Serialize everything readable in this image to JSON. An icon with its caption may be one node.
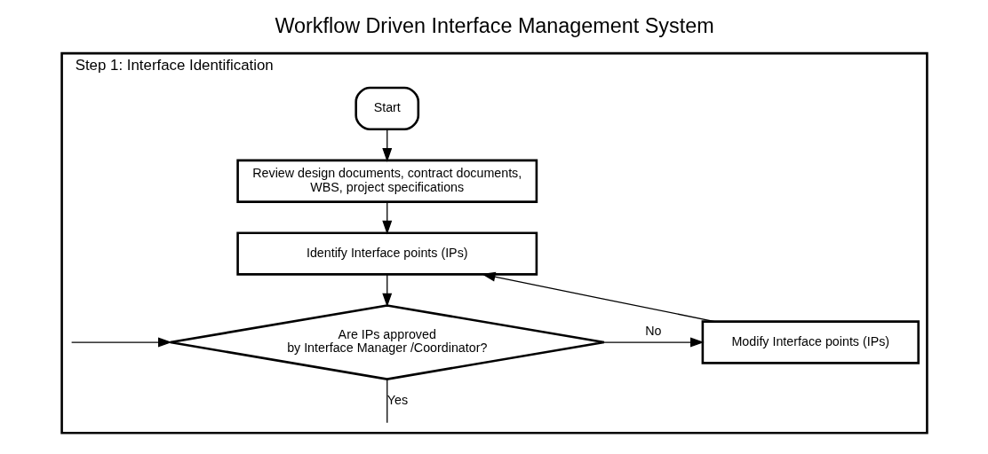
{
  "diagram": {
    "title": "Workflow Driven Interface Management System",
    "nodes": [
      {
        "text": [
          "Step 1: Interface Identification"
        ]
      },
      {
        "text": [
          "Start"
        ],
        "in": 0
      },
      {
        "text": [
          "Review design documents, contract documents, WBS, project specifications"
        ],
        "in": 0
      },
      {
        "text": [
          "Identify Interface points (IPs)"
        ],
        "in": 0
      },
      {
        "text": [
          "Are IPs approved by Interface Manager /Coordinator?"
        ],
        "in": 0
      },
      {
        "text": [
          "Modify Interface points (IPs)"
        ],
        "in": 0
      }
    ],
    "edges": [
      {
        "from": 1,
        "to": 2,
        "arrow": "to"
      },
      {
        "from": 2,
        "to": 3,
        "arrow": "to"
      },
      {
        "from": 3,
        "to": 4,
        "arrow": "to"
      },
      {
        "from": 4,
        "to": 5,
        "arrow": "to",
        "label": "No"
      },
      {
        "from": 5,
        "to": 3,
        "arrow": "to"
      },
      {
        "from": null,
        "to": 4,
        "arrow": "to"
      },
      {
        "from": 4,
        "to": null,
        "arrow": "none",
        "label": "Yes"
      }
    ]
  }
}
